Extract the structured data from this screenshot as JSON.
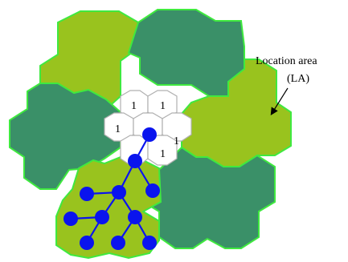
{
  "annotation": {
    "line1": "Location area",
    "line2": "(LA)"
  },
  "cell_label": "1",
  "colors": {
    "dark_region": "#3a9068",
    "light_region": "#99c31e",
    "region_border": "#3fe93f",
    "center_cells": "#ffffff",
    "center_border": "#b0b0b0",
    "tree_nodes": "#0a14ee",
    "tree_edges": "#0a14ee"
  }
}
